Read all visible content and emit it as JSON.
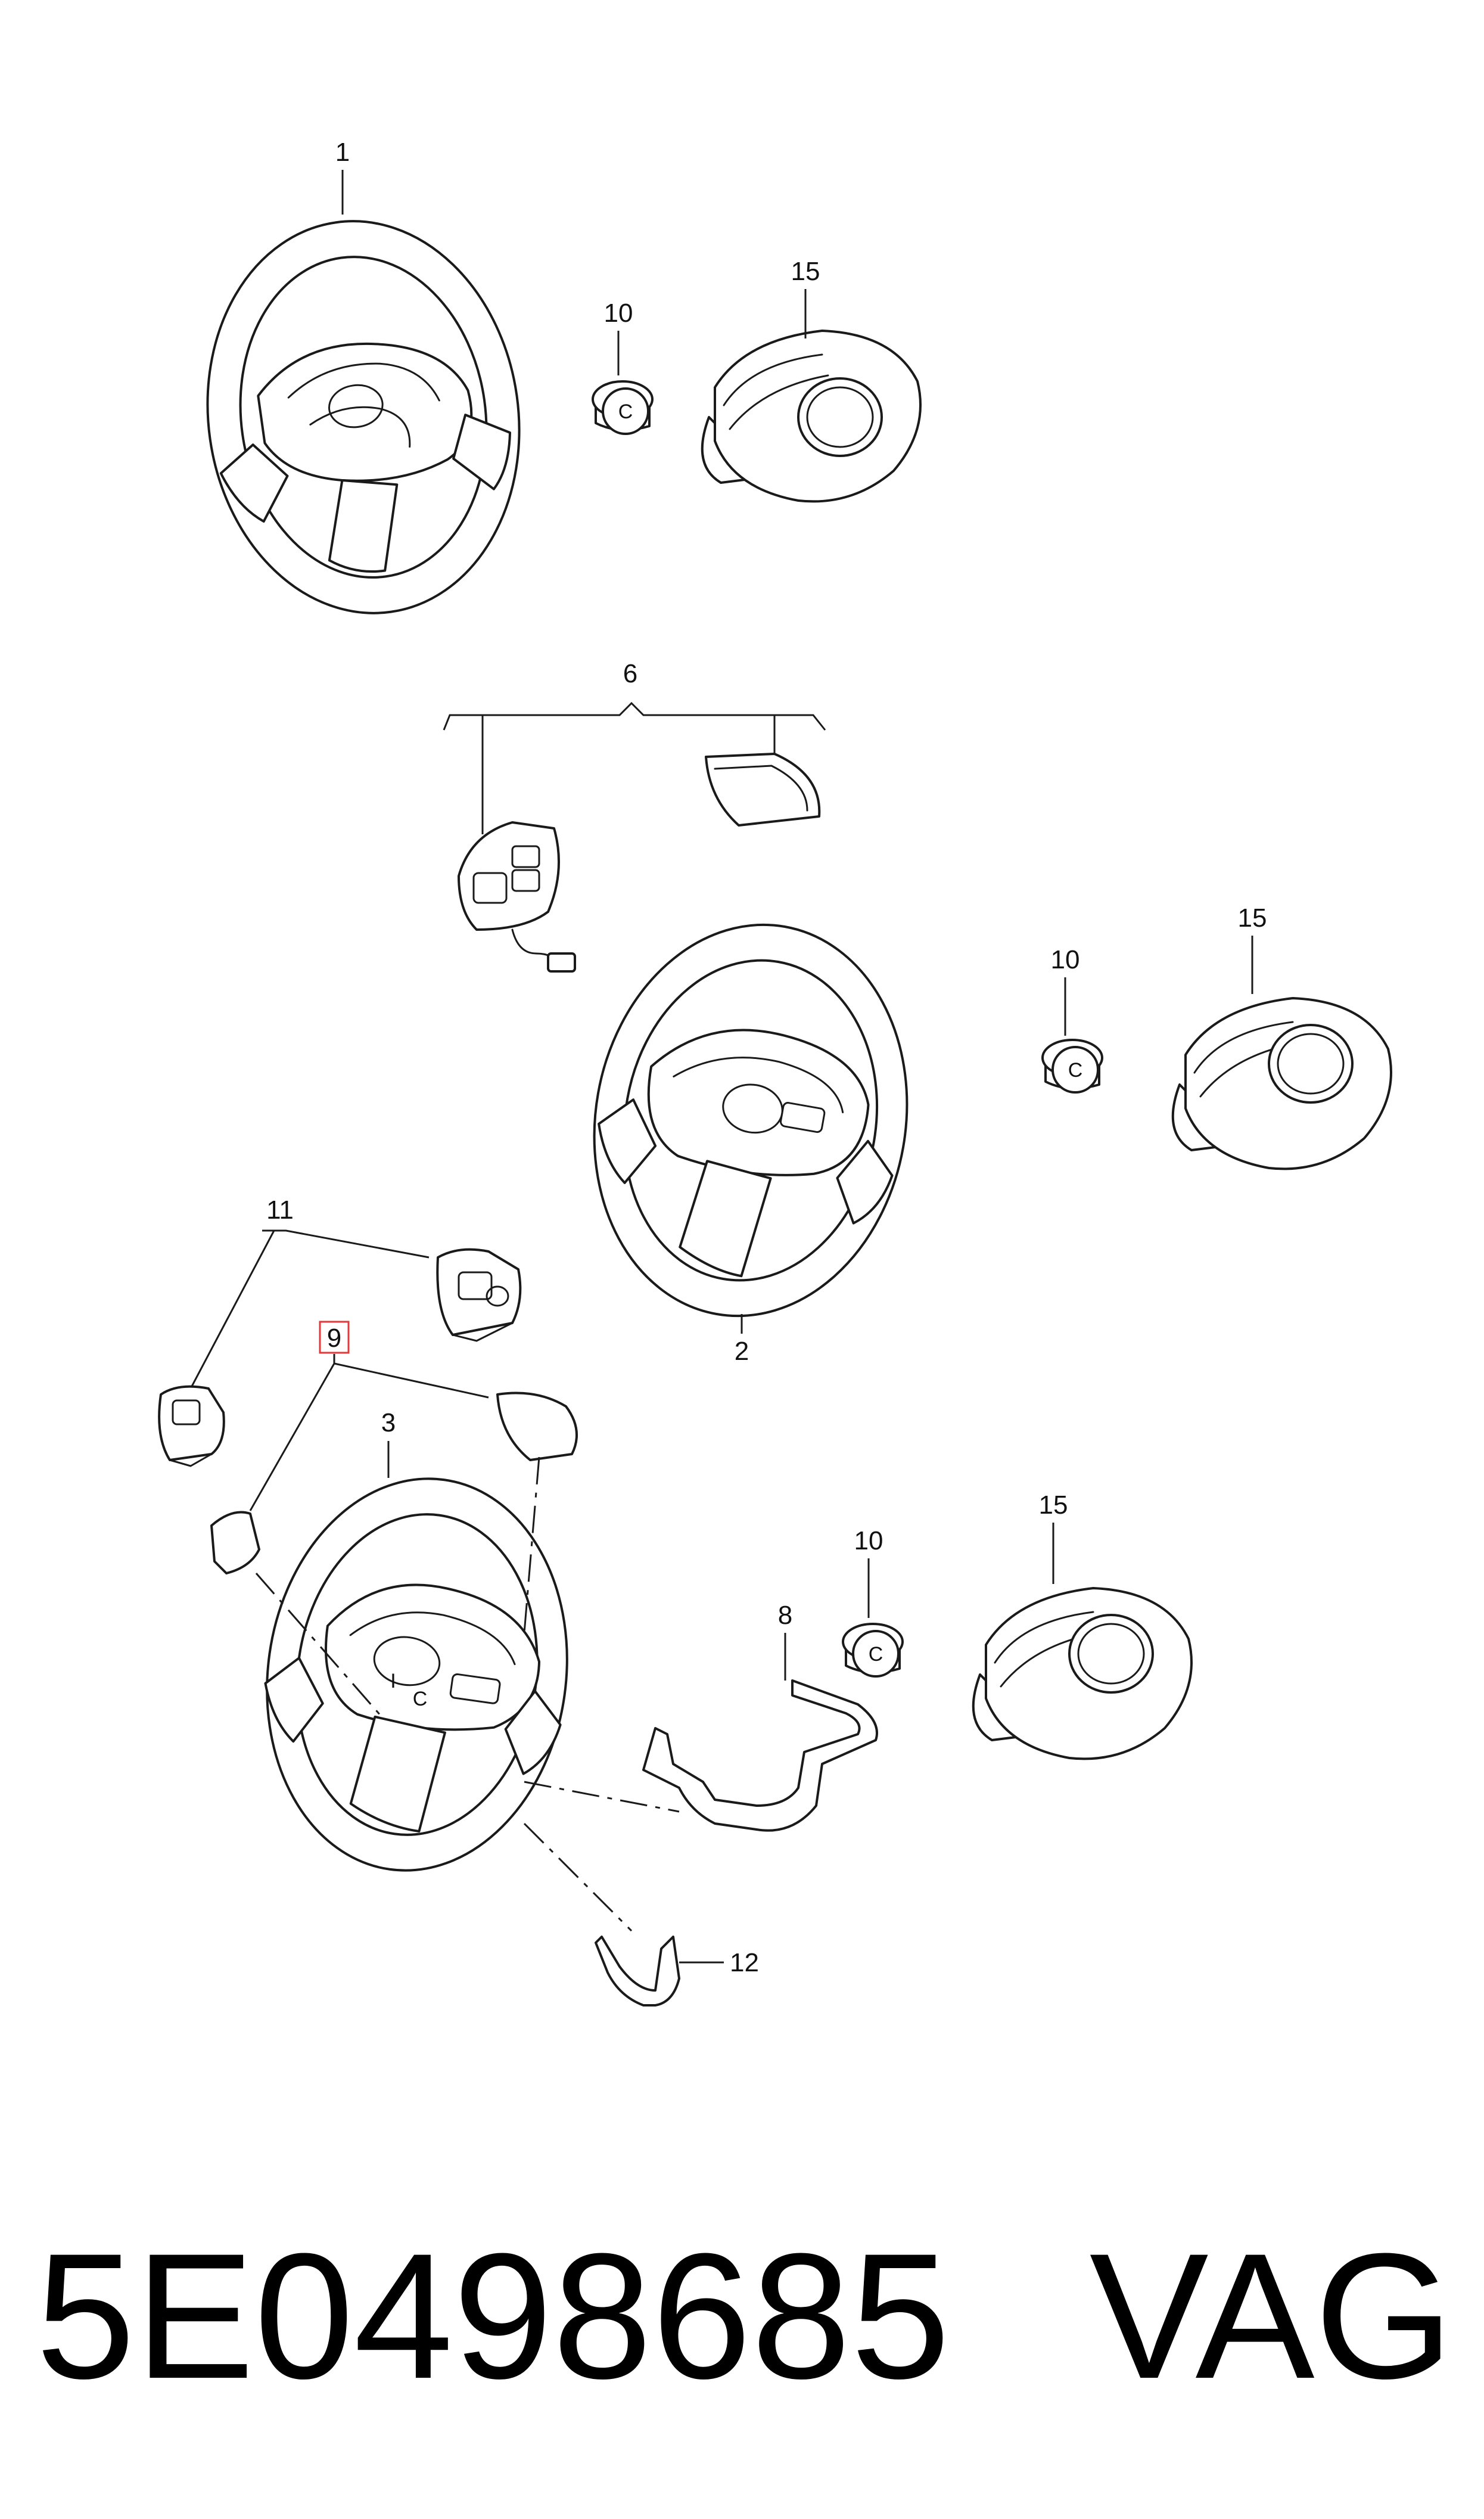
{
  "callouts": {
    "c1": "1",
    "c2": "2",
    "c3": "3",
    "c6": "6",
    "c8": "8",
    "c9": "9",
    "c10a": "10",
    "c10b": "10",
    "c10c": "10",
    "c11": "11",
    "c12": "12",
    "c15a": "15",
    "c15b": "15",
    "c15c": "15"
  },
  "footer": {
    "part_number": "5E0498685",
    "brand": "VAG"
  },
  "highlight_color": "#e03a3a"
}
